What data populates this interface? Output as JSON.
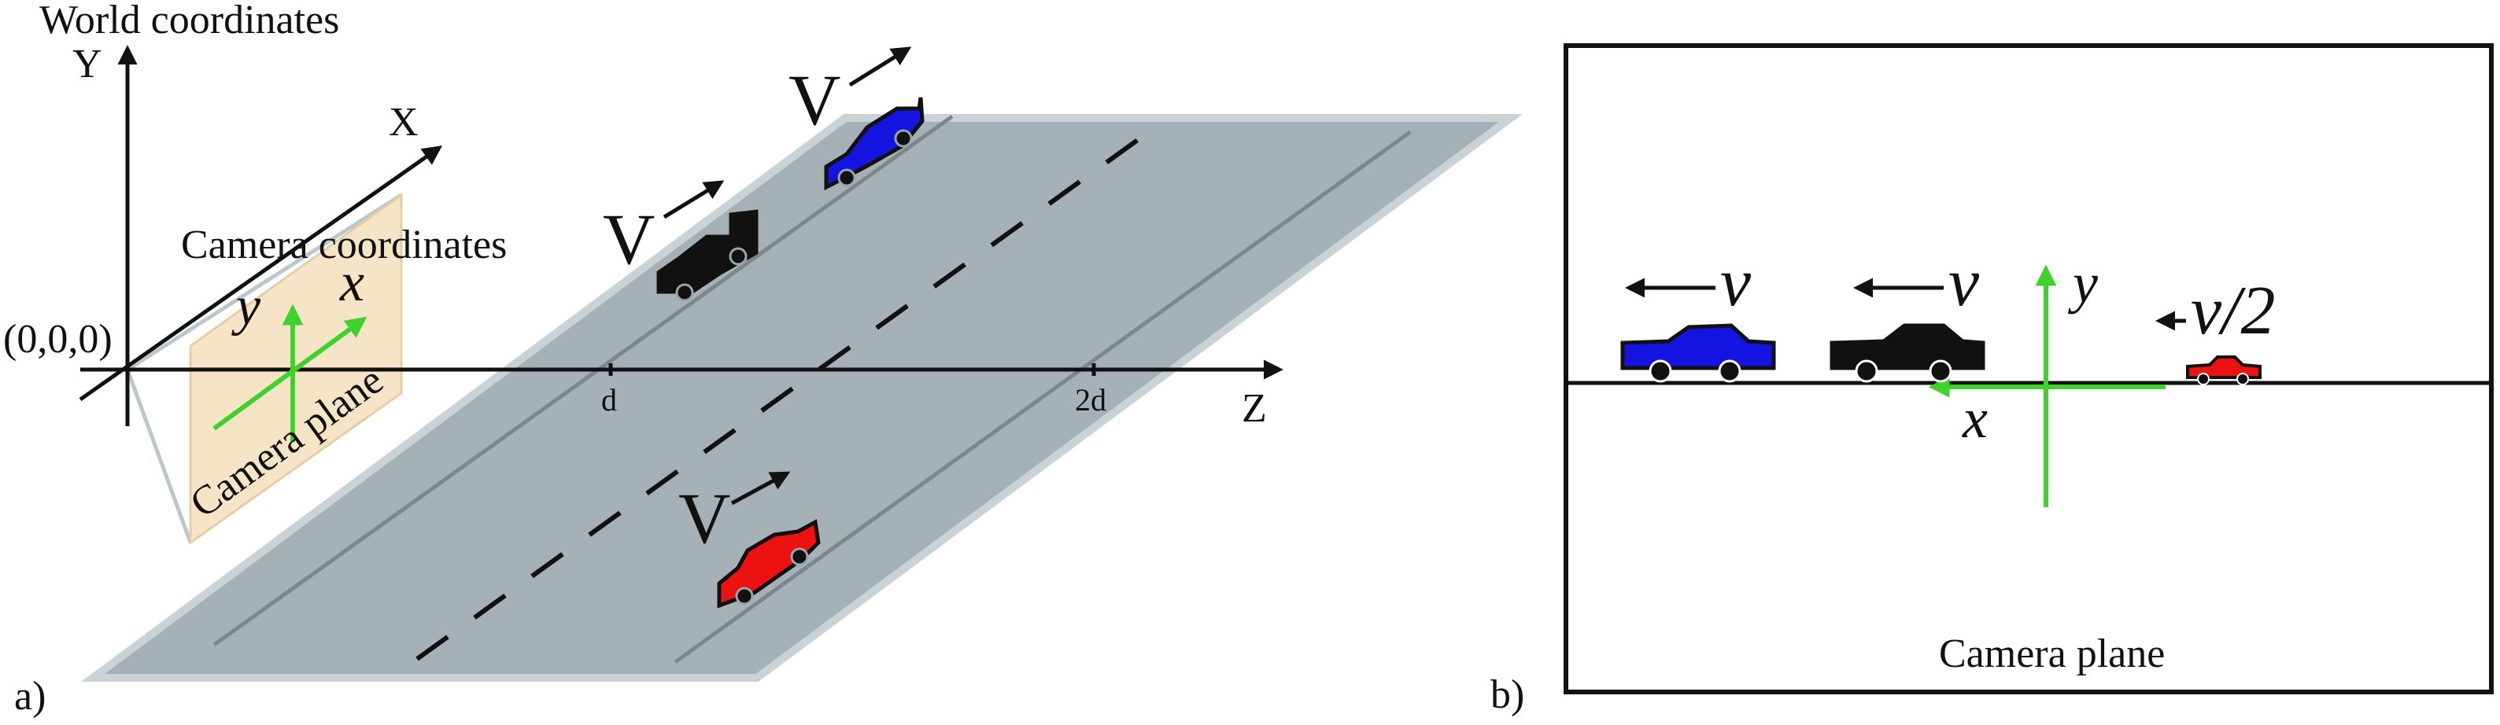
{
  "panel_a": {
    "label": "a)",
    "world_title": "World coordinates",
    "axis_y": "Y",
    "axis_x": "X",
    "axis_z": "Z",
    "origin": "(0,0,0)",
    "camera_coords": "Camera coordinates",
    "camera_x": "x",
    "camera_y": "y",
    "camera_plane": "Camera plane",
    "tick_d": "d",
    "tick_2d": "2d",
    "vel_black": "V",
    "vel_blue": "V",
    "vel_red": "V"
  },
  "panel_b": {
    "label": "b)",
    "title": "Camera plane",
    "vel_blue": "v",
    "vel_black": "v",
    "vel_red": "v/2",
    "axis_x": "x",
    "axis_y": "y"
  },
  "colors": {
    "road": "#a5b1b7",
    "road_edge": "#c9d3d7",
    "lane": "#7c878d",
    "camera_plane": "#f5dfbd",
    "green": "#3fd22c",
    "car_black": "#111111",
    "car_blue": "#1414e0",
    "car_red": "#ec1212"
  },
  "icons": [
    "car-icon",
    "arrow-icon"
  ]
}
